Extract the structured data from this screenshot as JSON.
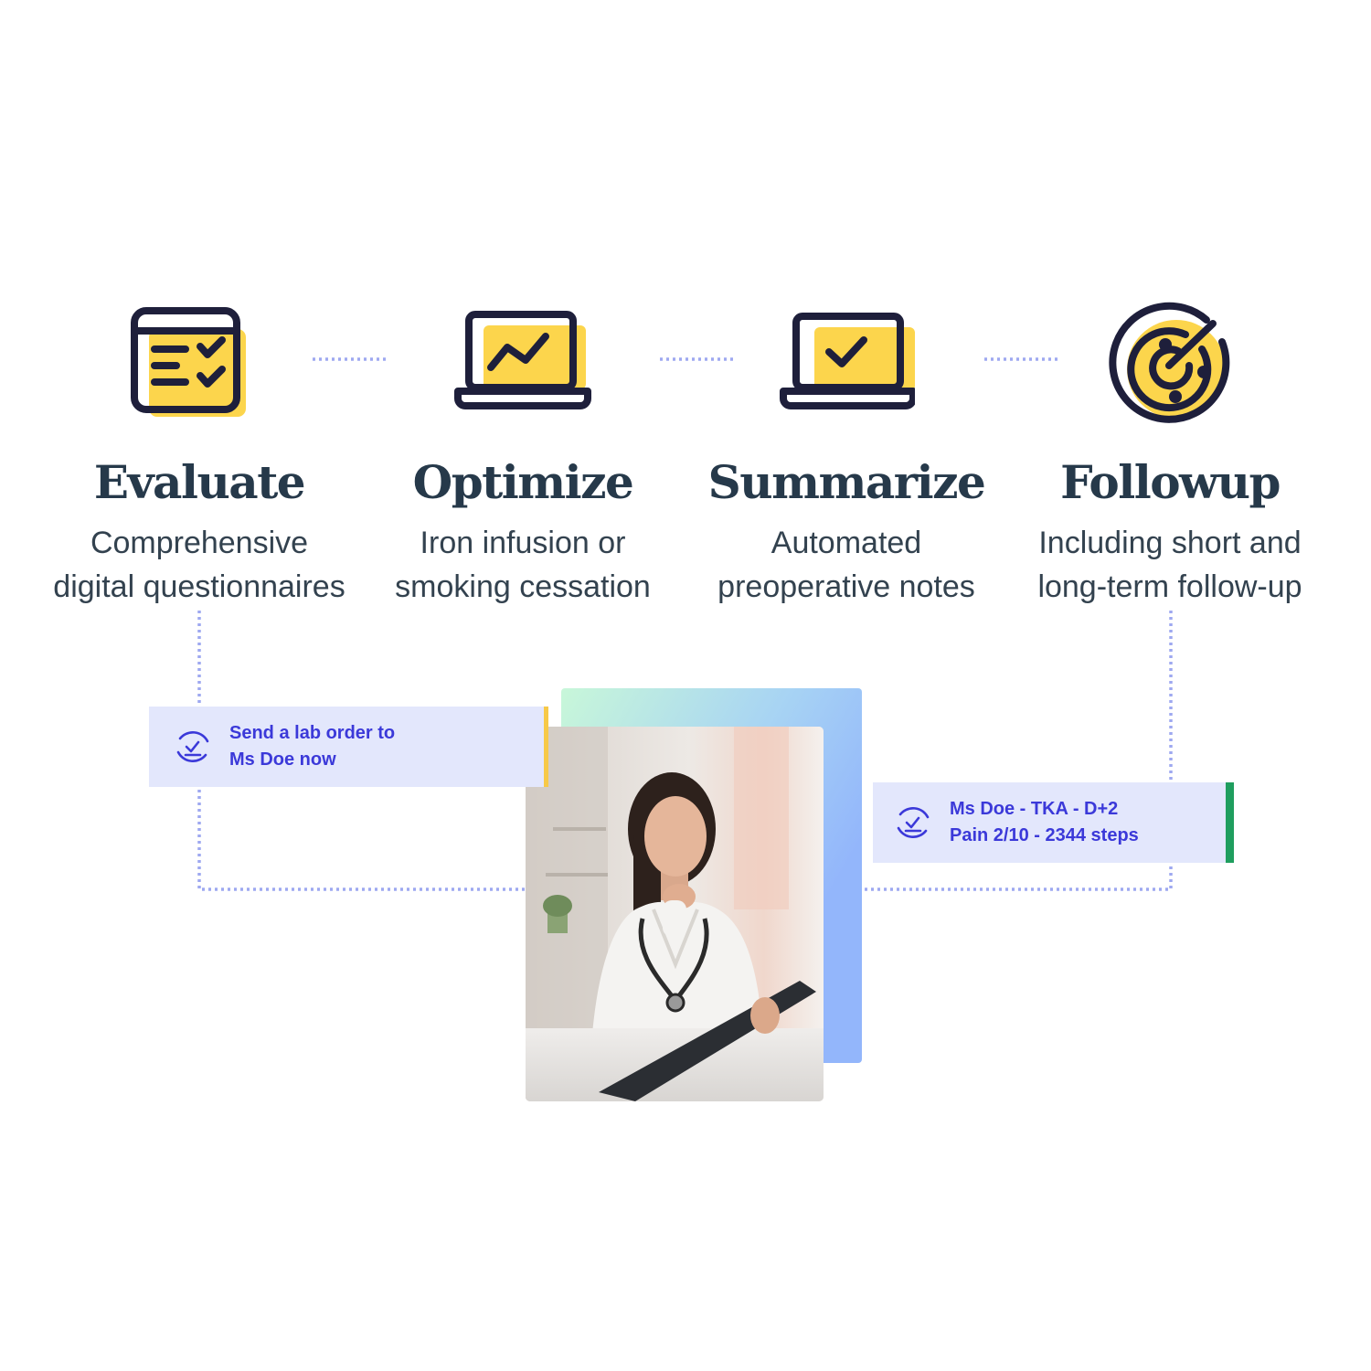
{
  "steps": [
    {
      "title": "Evaluate",
      "desc_line1": "Comprehensive",
      "desc_line2": "digital questionnaires",
      "icon": "checklist-calendar-icon"
    },
    {
      "title": "Optimize",
      "desc_line1": "Iron infusion or",
      "desc_line2": "smoking cessation",
      "icon": "laptop-trend-chart-icon"
    },
    {
      "title": "Summarize",
      "desc_line1": "Automated",
      "desc_line2": "preoperative notes",
      "icon": "laptop-checkmark-icon"
    },
    {
      "title": "Followup",
      "desc_line1": "Including short and",
      "desc_line2": "long-term follow-up",
      "icon": "radar-target-icon"
    }
  ],
  "cards": {
    "lab_order": {
      "line1": "Send a lab order to",
      "line2": "Ms Doe now",
      "icon": "circular-check-icon",
      "accent": "#f7c948"
    },
    "followup": {
      "line1": "Ms Doe - TKA - D+2",
      "line2": "Pain 2/10 - 2344 steps",
      "icon": "circular-check-icon",
      "accent": "#1f9e5e"
    }
  },
  "photo": {
    "subject": "doctor-with-clipboard-photo"
  },
  "colors": {
    "icon_stroke": "#1e1f3b",
    "icon_fill": "#fcd54c",
    "title": "#26394a",
    "desc": "#33424f",
    "card_bg": "#e3e7fc",
    "card_text": "#3b39d9",
    "connector": "#9ea8f0"
  }
}
